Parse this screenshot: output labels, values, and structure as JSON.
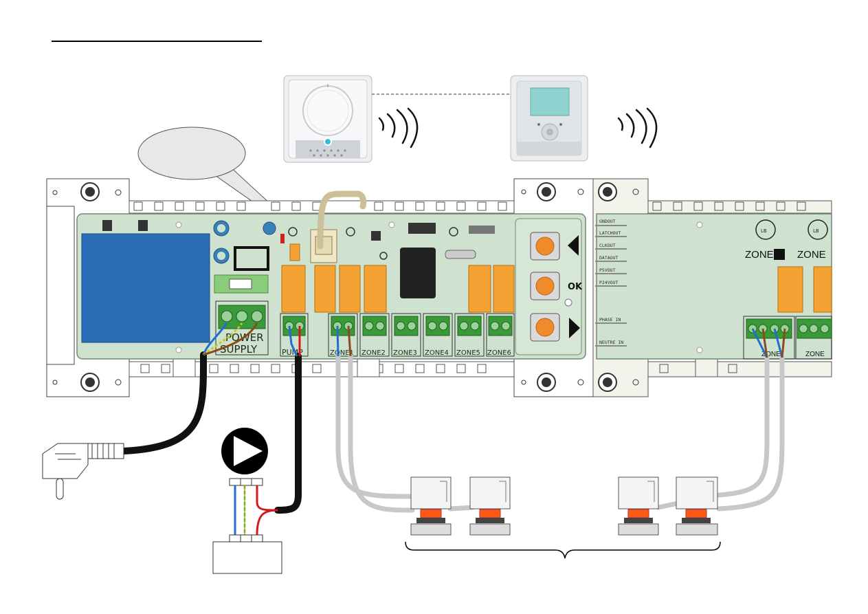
{
  "labels": {
    "power_supply_line1": "POWER",
    "power_supply_line2": "SUPPLY",
    "pump": "PUMP",
    "zone1": "ZONE1",
    "zone2": "ZONE2",
    "zone3": "ZONE3",
    "zone4": "ZONE4",
    "zone5": "ZONE5",
    "zone6": "ZONE6",
    "ok_button": "OK",
    "ext_zone_a": "ZONE",
    "ext_zone_b": "ZONE",
    "ext_zone_a_small": "ZONE",
    "ext_zone_b_small": "ZONE",
    "lb_a": "LB",
    "lb_b": "LB"
  },
  "connector_labels": [
    "GNDOUT",
    "LATCHOUT",
    "CLKOUT",
    "DATAOUT",
    "P5VOUT",
    "P24VOUT",
    "PHASE IN",
    "NEUTRE IN"
  ],
  "colors": {
    "pcb": "#cfe2cf",
    "pcb_edge": "#6f8a6f",
    "transformer": "#2a6db6",
    "relay": "#f4a233",
    "terminal": "#3a9a3a",
    "button": "#f08a2a",
    "cable_black": "#111111",
    "cable_grey": "#c8c8c8",
    "wire_blue": "#1f6fd0",
    "wire_brown": "#8b4a1a",
    "wire_red": "#d11a1a",
    "wire_yellow_green": "#c8c81a"
  }
}
